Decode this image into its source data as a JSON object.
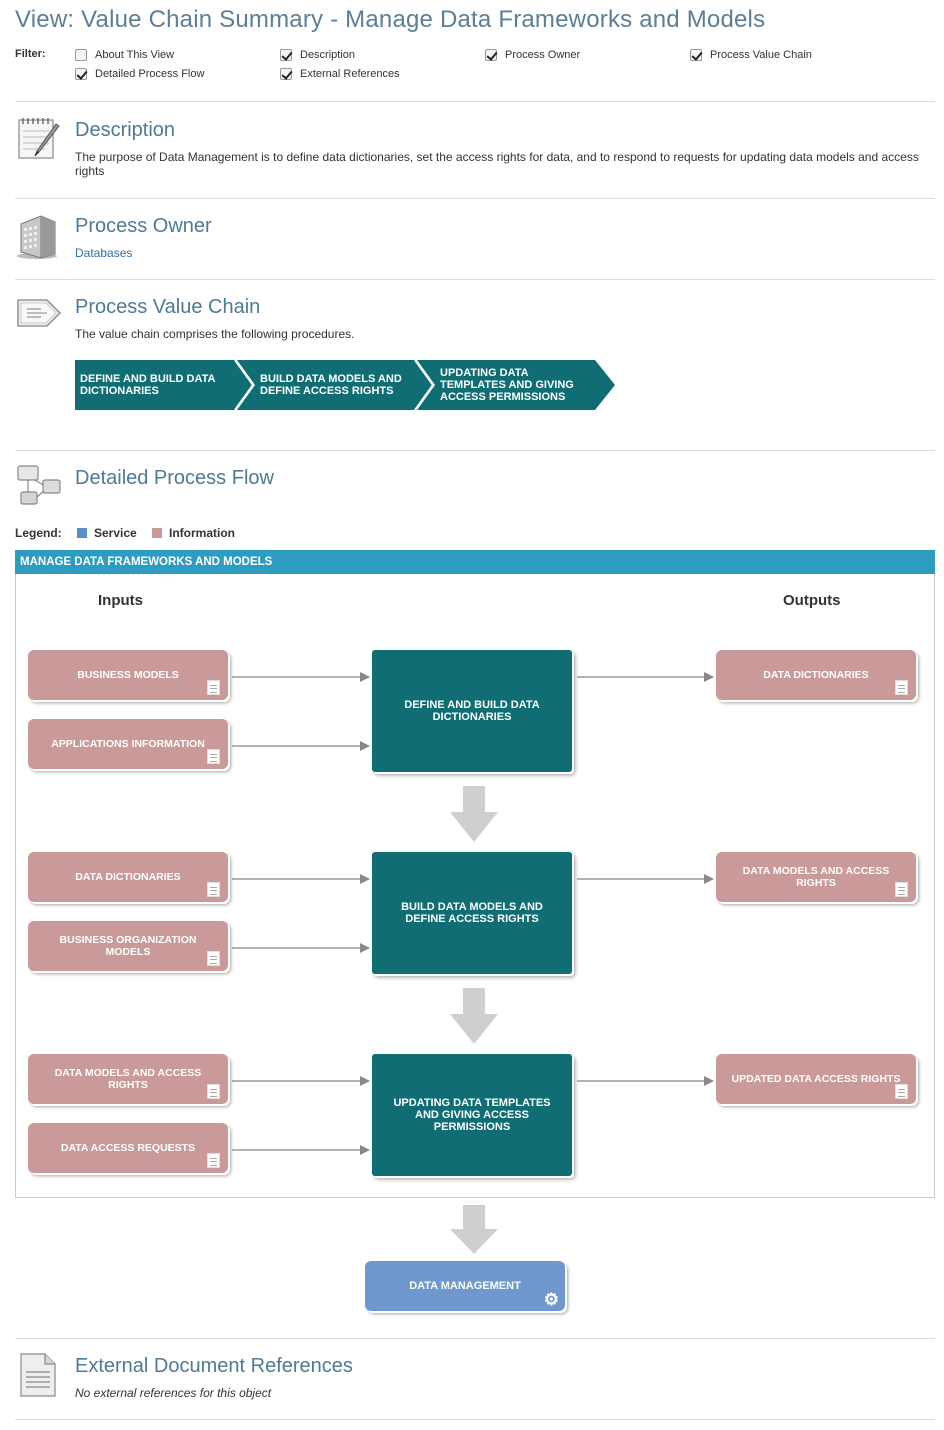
{
  "page": {
    "title": "View: Value Chain Summary - Manage Data Frameworks and Models"
  },
  "filter": {
    "label": "Filter:",
    "items": [
      {
        "label": "About This View",
        "checked": false
      },
      {
        "label": "Description",
        "checked": true
      },
      {
        "label": "Process Owner",
        "checked": true
      },
      {
        "label": "Process Value Chain",
        "checked": true
      },
      {
        "label": "Detailed Process Flow",
        "checked": true
      },
      {
        "label": "External References",
        "checked": true
      }
    ]
  },
  "description": {
    "icon": "notepad-pencil-icon",
    "title": "Description",
    "text": "The purpose of Data Management is to define data dictionaries, set the access rights for data, and to respond to requests for updating data models and access rights"
  },
  "owner": {
    "icon": "building-icon",
    "title": "Process Owner",
    "link": "Databases"
  },
  "value_chain": {
    "icon": "tag-arrow-icon",
    "title": "Process Value Chain",
    "text": "The value chain comprises the following procedures.",
    "steps": [
      {
        "label": "DEFINE AND BUILD DATA DICTIONARIES"
      },
      {
        "label": "BUILD DATA MODELS AND DEFINE ACCESS RIGHTS"
      },
      {
        "label": "UPDATING DATA TEMPLATES AND GIVING ACCESS PERMISSIONS"
      }
    ]
  },
  "flow": {
    "icon": "flow-diagram-icon",
    "title": "Detailed Process Flow",
    "legend": {
      "label": "Legend:",
      "items": [
        {
          "label": "Service",
          "color": "#5b8fcb"
        },
        {
          "label": "Information",
          "color": "#c99a99"
        }
      ]
    },
    "header": "MANAGE DATA FRAMEWORKS AND MODELS",
    "inputs_label": "Inputs",
    "outputs_label": "Outputs",
    "rows": [
      {
        "inputs": [
          "BUSINESS MODELS",
          "APPLICATIONS INFORMATION"
        ],
        "process": "DEFINE AND BUILD DATA DICTIONARIES",
        "output": "DATA DICTIONARIES"
      },
      {
        "inputs": [
          "DATA DICTIONARIES",
          "BUSINESS ORGANIZATION MODELS"
        ],
        "process": "BUILD DATA MODELS AND DEFINE ACCESS RIGHTS",
        "output": "DATA MODELS AND ACCESS RIGHTS"
      },
      {
        "inputs": [
          "DATA MODELS AND ACCESS RIGHTS",
          "DATA ACCESS REQUESTS"
        ],
        "process": "UPDATING DATA TEMPLATES AND GIVING ACCESS PERMISSIONS",
        "output": "UPDATED DATA ACCESS RIGHTS"
      }
    ],
    "service": {
      "label": "DATA MANAGEMENT",
      "icon": "gear-icon"
    }
  },
  "references": {
    "icon": "document-icon",
    "title": "External Document References",
    "text": "No external references for this object"
  },
  "colors": {
    "title": "#5b7f95",
    "section_title": "#4d7a94",
    "process": "#0f6d73",
    "information": "#c99a99",
    "service": "#6e98ce",
    "flow_header": "#2e9bc0"
  }
}
